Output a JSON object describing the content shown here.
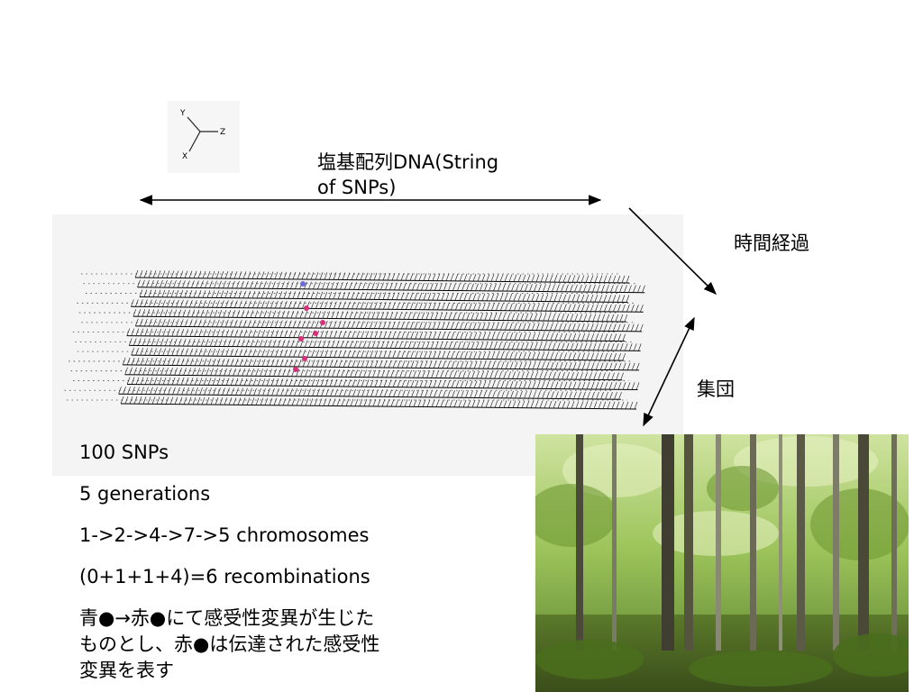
{
  "labels": {
    "dna_line1": "塩基配列DNA(String",
    "dna_line2": "of SNPs)",
    "time": "時間経過",
    "population": "集団"
  },
  "axes_icon": {
    "y": "Y",
    "z": "Z",
    "x": "X"
  },
  "info": {
    "snps": "100 SNPs",
    "generations": "5 generations",
    "chromosomes": "1->2->4->7->5 chromosomes",
    "recombinations": "(0+1+1+4)=6 recombinations",
    "note_line1": "青●→赤●にて感受性変異が生じた",
    "note_line2": "ものとし、赤●は伝達された感受性",
    "note_line3": "変異を表す"
  },
  "colors": {
    "blue_marker": "#6a6ad8",
    "red_marker": "#d8307a",
    "lines": "#000000"
  }
}
